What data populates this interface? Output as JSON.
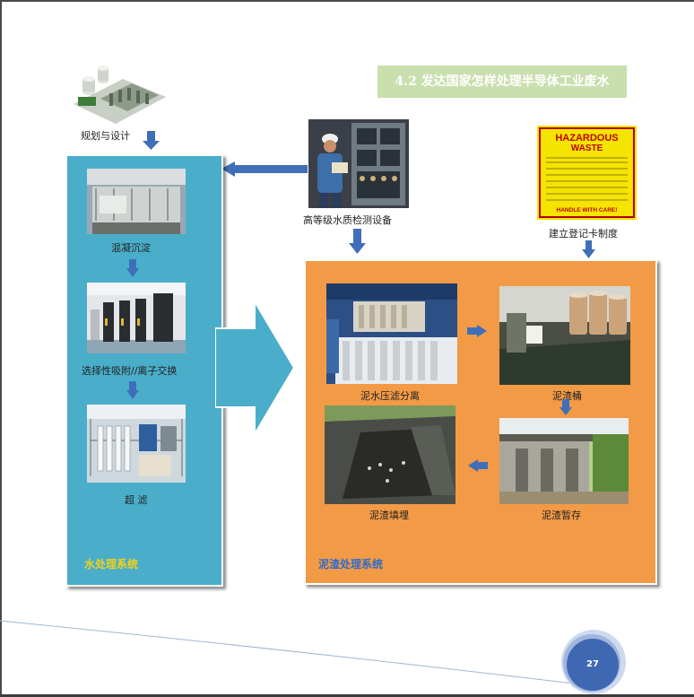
{
  "title": "4.2 发达国家怎样处理半导体工业废水",
  "planning": {
    "caption": "规划与设计"
  },
  "monitoring": {
    "caption": "高等级水质检测设备"
  },
  "registration": {
    "caption": "建立登记卡制度",
    "label": {
      "line1": "HAZARDOUS",
      "line2": "WASTE",
      "footer": "HANDLE WITH CARE!"
    }
  },
  "water_system": {
    "label": "水处理系统",
    "steps": [
      {
        "caption": "混凝沉淀"
      },
      {
        "caption": "选择性吸附//离子交换"
      },
      {
        "caption": "超 滤"
      }
    ]
  },
  "sludge_system": {
    "label": "泥渣处理系统",
    "steps": [
      {
        "caption": "泥水压滤分离"
      },
      {
        "caption": "泥渣桶"
      },
      {
        "caption": "泥渣暂存"
      },
      {
        "caption": "泥渣填埋"
      }
    ]
  },
  "page_number": "27",
  "colors": {
    "water_panel": "#4aaecb",
    "sludge_panel": "#f39a47",
    "title_box": "#c9dfae",
    "arrow": "#3f6fb8",
    "water_label": "#f2d21a",
    "sludge_label": "#2f6bc7",
    "page_circle": "#3f68b3"
  }
}
